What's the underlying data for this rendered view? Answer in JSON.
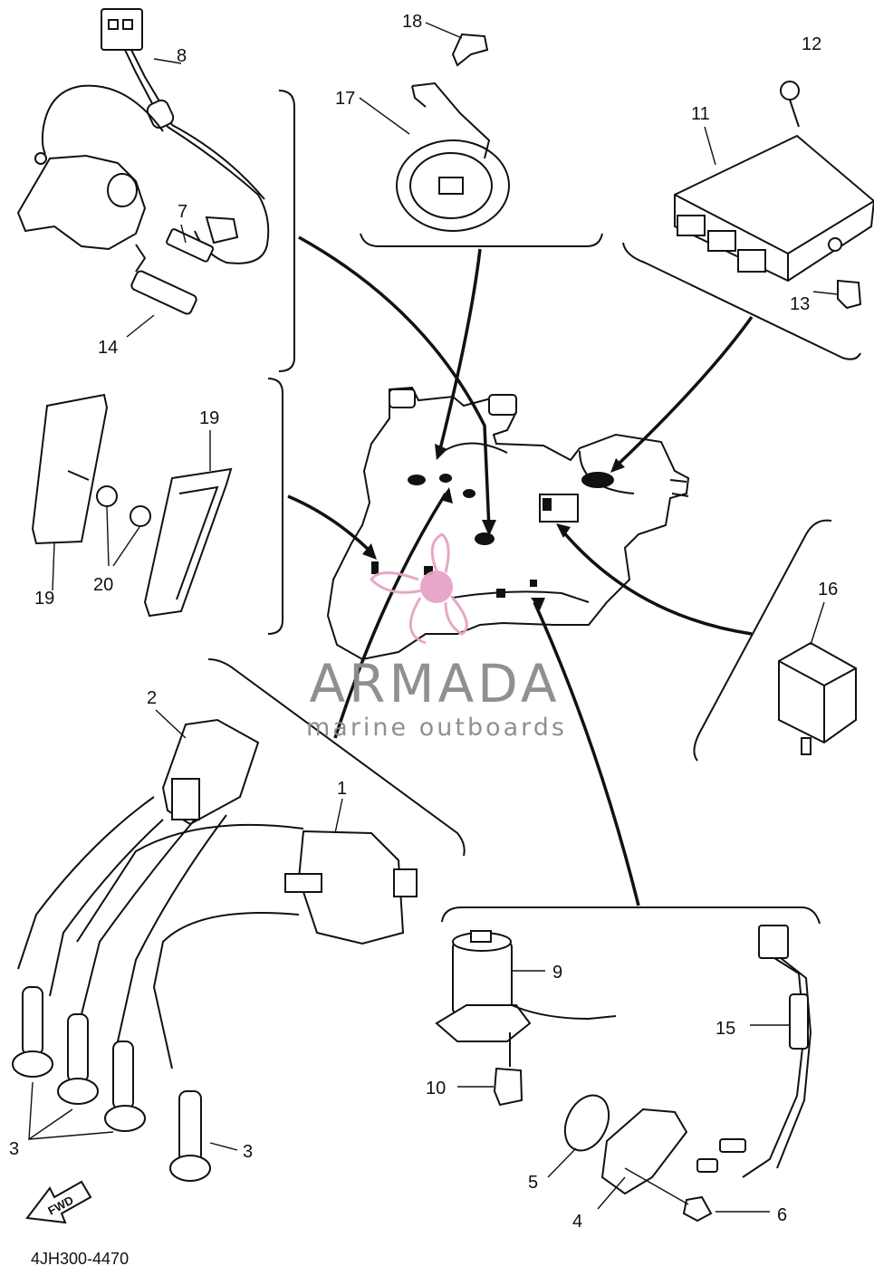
{
  "diagram": {
    "part_code": "4JH300-4470",
    "fwd_label": "FWD",
    "watermark": {
      "brand": "ARMADA",
      "tagline": "marine outboards",
      "logo_color": "#e7a3c6",
      "text_color": "#8b8b8b"
    },
    "callouts": {
      "c1": "1",
      "c2": "2",
      "c3a": "3",
      "c3b": "3",
      "c4": "4",
      "c5": "5",
      "c6": "6",
      "c7": "7",
      "c8": "8",
      "c9": "9",
      "c10": "10",
      "c11": "11",
      "c12": "12",
      "c13": "13",
      "c14": "14",
      "c15": "15",
      "c16": "16",
      "c17": "17",
      "c18": "18",
      "c19a": "19",
      "c19b": "19",
      "c20": "20"
    }
  }
}
